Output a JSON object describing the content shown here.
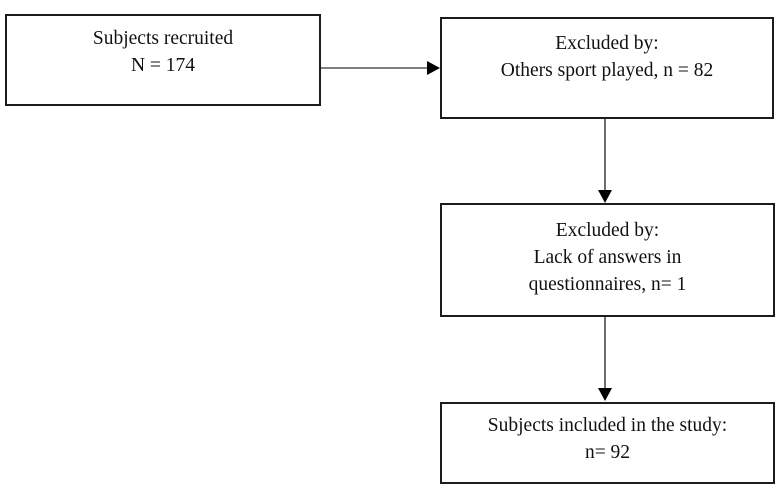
{
  "diagram": {
    "kind": "study-recruitment-flowchart",
    "background": "#ffffff",
    "colors": {
      "box_border": "#1c1c1c",
      "text": "#111111",
      "arrow_line_horizontal": "#808080",
      "arrow_line_vertical": "#3d3d3d",
      "arrowhead": "#000000"
    },
    "boxes": {
      "recruited": {
        "line1": "Subjects recruited",
        "line2": "N = 174"
      },
      "excluded_sport": {
        "line1": "Excluded by:",
        "line2": "Others sport played, n = 82"
      },
      "excluded_questionnaire": {
        "line1": "Excluded by:",
        "line2": "Lack of answers in",
        "line3": "questionnaires, n= 1"
      },
      "included": {
        "line1": "Subjects included in the study:",
        "line2": "n= 92"
      }
    },
    "arrows": [
      {
        "from": "recruited",
        "to": "excluded_sport",
        "direction": "right"
      },
      {
        "from": "excluded_sport",
        "to": "excluded_questionnaire",
        "direction": "down"
      },
      {
        "from": "excluded_questionnaire",
        "to": "included",
        "direction": "down"
      }
    ]
  }
}
